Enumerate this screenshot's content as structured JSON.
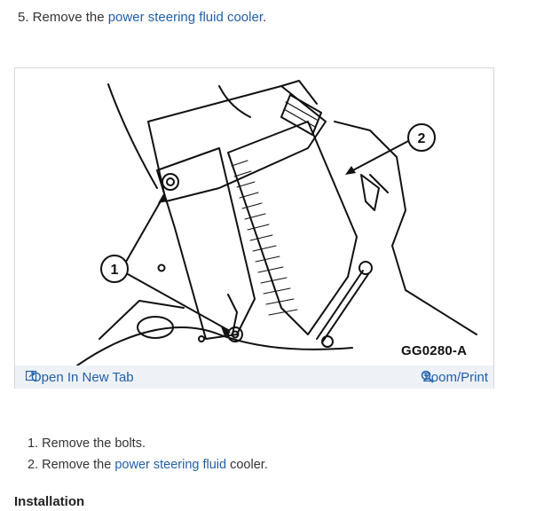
{
  "step": {
    "prefix": "5. Remove the ",
    "link": "power steering fluid cooler",
    "suffix": "."
  },
  "figure": {
    "code": "GG0280-A",
    "callout_1": "1",
    "callout_2": "2",
    "open_tab_label": "Open In New Tab",
    "zoom_label": "Zoom/Print",
    "open_tab_icon": "open-new-tab-icon",
    "zoom_icon": "magnifier-plus-icon"
  },
  "steps_list": [
    {
      "num": "1.",
      "text": "Remove the bolts."
    },
    {
      "num": "2.",
      "prefix": "Remove the ",
      "link": "power steering fluid",
      "suffix": " cooler."
    }
  ],
  "next_heading": "Installation",
  "colors": {
    "link": "#1f5fa8",
    "bar": "#eef1f6",
    "text": "#333333"
  }
}
